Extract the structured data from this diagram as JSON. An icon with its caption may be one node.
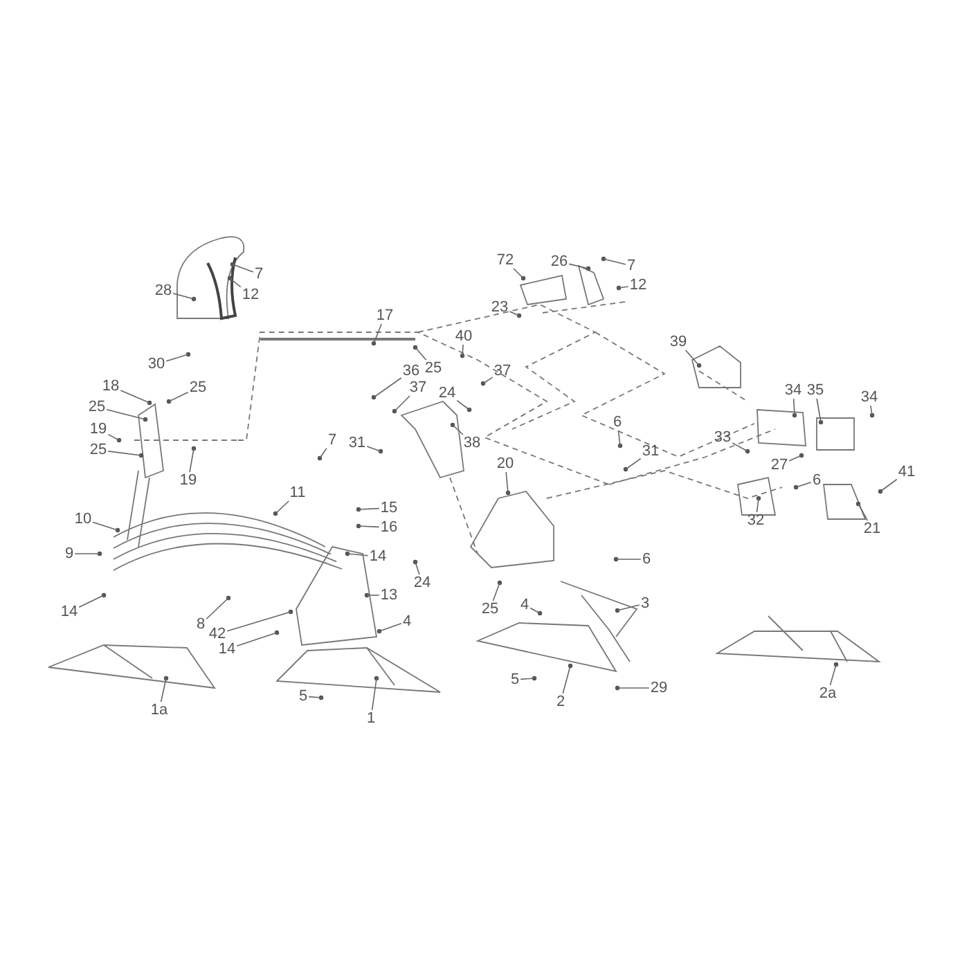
{
  "diagram": {
    "nodes": [
      {
        "text": [
          "28"
        ]
      },
      {
        "text": [
          "7"
        ]
      },
      {
        "text": [
          "12"
        ]
      },
      {
        "text": [
          "30"
        ]
      },
      {
        "text": [
          "17"
        ]
      },
      {
        "text": [
          "25"
        ]
      },
      {
        "text": [
          "18"
        ]
      },
      {
        "text": [
          "25"
        ]
      },
      {
        "text": [
          "19"
        ]
      },
      {
        "text": [
          "25"
        ]
      },
      {
        "text": [
          "19"
        ]
      },
      {
        "text": [
          "10"
        ]
      },
      {
        "text": [
          "11"
        ]
      },
      {
        "text": [
          "7"
        ]
      },
      {
        "text": [
          "15"
        ]
      },
      {
        "text": [
          "16"
        ]
      },
      {
        "text": [
          "36"
        ]
      },
      {
        "text": [
          "37"
        ]
      },
      {
        "text": [
          "25"
        ]
      },
      {
        "text": [
          "40"
        ]
      },
      {
        "text": [
          "37"
        ]
      },
      {
        "text": [
          "24"
        ]
      },
      {
        "text": [
          "38"
        ]
      },
      {
        "text": [
          "31"
        ]
      },
      {
        "text": [
          "72"
        ]
      },
      {
        "text": [
          "26"
        ]
      },
      {
        "text": [
          "7"
        ]
      },
      {
        "text": [
          "12"
        ]
      },
      {
        "text": [
          "23"
        ]
      },
      {
        "text": [
          "20"
        ]
      },
      {
        "text": [
          "6"
        ]
      },
      {
        "text": [
          "31"
        ]
      },
      {
        "text": [
          "39"
        ]
      },
      {
        "text": [
          "34"
        ]
      },
      {
        "text": [
          "35"
        ]
      },
      {
        "text": [
          "34"
        ]
      },
      {
        "text": [
          "33"
        ]
      },
      {
        "text": [
          "27"
        ]
      },
      {
        "text": [
          "6"
        ]
      },
      {
        "text": [
          "41"
        ]
      },
      {
        "text": [
          "32"
        ]
      },
      {
        "text": [
          "21"
        ]
      },
      {
        "text": [
          "9"
        ]
      },
      {
        "text": [
          "14"
        ]
      },
      {
        "text": [
          "8"
        ]
      },
      {
        "text": [
          "42"
        ]
      },
      {
        "text": [
          "14"
        ]
      },
      {
        "text": [
          "13"
        ]
      },
      {
        "text": [
          "4"
        ]
      },
      {
        "text": [
          "24"
        ]
      },
      {
        "text": [
          "14"
        ]
      },
      {
        "text": [
          "1a"
        ]
      },
      {
        "text": [
          "5"
        ]
      },
      {
        "text": [
          "1"
        ]
      },
      {
        "text": [
          "25"
        ]
      },
      {
        "text": [
          "6"
        ]
      },
      {
        "text": [
          "3"
        ]
      },
      {
        "text": [
          "4"
        ]
      },
      {
        "text": [
          "5"
        ]
      },
      {
        "text": [
          "2"
        ]
      },
      {
        "text": [
          "29"
        ]
      },
      {
        "text": [
          "2a"
        ]
      }
    ],
    "edges": [
      {
        "from": 0,
        "to": null,
        "arrow": "none"
      },
      {
        "from": 1,
        "to": null,
        "arrow": "none"
      },
      {
        "from": 2,
        "to": null,
        "arrow": "none"
      },
      {
        "from": 3,
        "to": null,
        "arrow": "none"
      },
      {
        "from": 4,
        "to": null,
        "arrow": "none"
      },
      {
        "from": 5,
        "to": null,
        "arrow": "none"
      },
      {
        "from": 6,
        "to": null,
        "arrow": "none"
      },
      {
        "from": 7,
        "to": null,
        "arrow": "none"
      },
      {
        "from": 8,
        "to": null,
        "arrow": "none"
      },
      {
        "from": 9,
        "to": null,
        "arrow": "none"
      },
      {
        "from": 10,
        "to": null,
        "arrow": "none"
      },
      {
        "from": 11,
        "to": null,
        "arrow": "none"
      },
      {
        "from": 12,
        "to": null,
        "arrow": "none"
      },
      {
        "from": 13,
        "to": null,
        "arrow": "none"
      },
      {
        "from": 14,
        "to": null,
        "arrow": "none"
      },
      {
        "from": 15,
        "to": null,
        "arrow": "none"
      },
      {
        "from": 16,
        "to": null,
        "arrow": "none"
      },
      {
        "from": 17,
        "to": null,
        "arrow": "none"
      },
      {
        "from": 18,
        "to": null,
        "arrow": "none"
      },
      {
        "from": 19,
        "to": null,
        "arrow": "none"
      },
      {
        "from": 20,
        "to": null,
        "arrow": "none"
      },
      {
        "from": 21,
        "to": null,
        "arrow": "none"
      },
      {
        "from": 22,
        "to": null,
        "arrow": "none"
      },
      {
        "from": 23,
        "to": null,
        "arrow": "none"
      },
      {
        "from": 24,
        "to": null,
        "arrow": "none"
      },
      {
        "from": 25,
        "to": null,
        "arrow": "none"
      },
      {
        "from": 26,
        "to": null,
        "arrow": "none"
      },
      {
        "from": 27,
        "to": null,
        "arrow": "none"
      },
      {
        "from": 28,
        "to": null,
        "arrow": "none"
      },
      {
        "from": 29,
        "to": null,
        "arrow": "none"
      },
      {
        "from": 30,
        "to": null,
        "arrow": "none"
      },
      {
        "from": 31,
        "to": null,
        "arrow": "none"
      },
      {
        "from": 32,
        "to": null,
        "arrow": "none"
      },
      {
        "from": 33,
        "to": null,
        "arrow": "none"
      },
      {
        "from": 34,
        "to": null,
        "arrow": "none"
      },
      {
        "from": 35,
        "to": null,
        "arrow": "none"
      },
      {
        "from": 36,
        "to": null,
        "arrow": "none"
      },
      {
        "from": 37,
        "to": null,
        "arrow": "none"
      },
      {
        "from": 38,
        "to": null,
        "arrow": "none"
      },
      {
        "from": 39,
        "to": null,
        "arrow": "none"
      },
      {
        "from": 40,
        "to": null,
        "arrow": "none"
      },
      {
        "from": 41,
        "to": null,
        "arrow": "none"
      },
      {
        "from": 42,
        "to": null,
        "arrow": "none"
      },
      {
        "from": 43,
        "to": null,
        "arrow": "none"
      },
      {
        "from": 44,
        "to": null,
        "arrow": "none"
      },
      {
        "from": 45,
        "to": null,
        "arrow": "none"
      },
      {
        "from": 46,
        "to": null,
        "arrow": "none"
      },
      {
        "from": 47,
        "to": null,
        "arrow": "none"
      },
      {
        "from": 48,
        "to": null,
        "arrow": "none"
      },
      {
        "from": 49,
        "to": null,
        "arrow": "none"
      },
      {
        "from": 50,
        "to": null,
        "arrow": "none"
      },
      {
        "from": 51,
        "to": null,
        "arrow": "none"
      },
      {
        "from": 52,
        "to": null,
        "arrow": "none"
      },
      {
        "from": 53,
        "to": null,
        "arrow": "none"
      },
      {
        "from": 54,
        "to": null,
        "arrow": "none"
      },
      {
        "from": 55,
        "to": null,
        "arrow": "none"
      },
      {
        "from": 56,
        "to": null,
        "arrow": "none"
      },
      {
        "from": 57,
        "to": null,
        "arrow": "none"
      },
      {
        "from": 58,
        "to": null,
        "arrow": "none"
      },
      {
        "from": 59,
        "to": null,
        "arrow": "none"
      },
      {
        "from": 60,
        "to": null,
        "arrow": "none"
      },
      {
        "from": 61,
        "to": null,
        "arrow": "none"
      }
    ]
  }
}
